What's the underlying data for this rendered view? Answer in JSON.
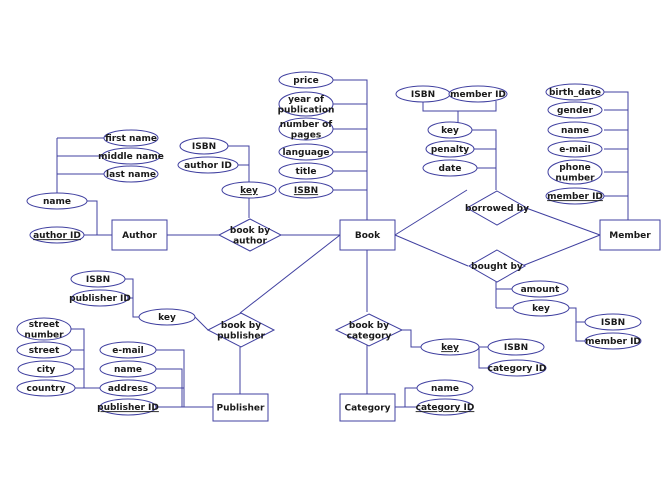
{
  "diagram": {
    "entities": {
      "book": "Book",
      "author": "Author",
      "member": "Member",
      "publisher": "Publisher",
      "category": "Category"
    },
    "relationships": {
      "book_by_author": [
        "book by",
        "author"
      ],
      "borrowed_by": [
        "borrowed by"
      ],
      "bought_by": [
        "bought by"
      ],
      "book_by_publisher": [
        "book by",
        "publisher"
      ],
      "book_by_category": [
        "book by",
        "category"
      ]
    },
    "attributes": {
      "book": [
        {
          "label": [
            "price"
          ]
        },
        {
          "label": [
            "year of",
            "publication"
          ]
        },
        {
          "label": [
            "number of",
            "pages"
          ]
        },
        {
          "label": [
            "language"
          ]
        },
        {
          "label": [
            "title"
          ]
        },
        {
          "label": [
            "ISBN"
          ],
          "key": true
        }
      ],
      "author": [
        {
          "label": [
            "first name"
          ]
        },
        {
          "label": [
            "middle name"
          ]
        },
        {
          "label": [
            "last name"
          ]
        },
        {
          "label": [
            "name"
          ]
        },
        {
          "label": [
            "author ID"
          ],
          "key": true
        }
      ],
      "book_by_author": [
        {
          "label": [
            "ISBN"
          ]
        },
        {
          "label": [
            "author ID"
          ]
        },
        {
          "label": [
            "key"
          ],
          "key": true
        }
      ],
      "borrowed_by": [
        {
          "label": [
            "ISBN"
          ]
        },
        {
          "label": [
            "member ID"
          ]
        },
        {
          "label": [
            "key"
          ]
        },
        {
          "label": [
            "penalty"
          ]
        },
        {
          "label": [
            "date"
          ]
        }
      ],
      "member": [
        {
          "label": [
            "birth_date"
          ]
        },
        {
          "label": [
            "gender"
          ]
        },
        {
          "label": [
            "name"
          ]
        },
        {
          "label": [
            "e-mail"
          ]
        },
        {
          "label": [
            "phone",
            "number"
          ]
        },
        {
          "label": [
            "member ID"
          ],
          "key": true
        }
      ],
      "bought_by": [
        {
          "label": [
            "amount"
          ]
        },
        {
          "label": [
            "key"
          ]
        },
        {
          "label": [
            "ISBN"
          ]
        },
        {
          "label": [
            "member ID"
          ]
        }
      ],
      "book_by_publisher": [
        {
          "label": [
            "ISBN"
          ]
        },
        {
          "label": [
            "publisher ID"
          ]
        },
        {
          "label": [
            "key"
          ]
        }
      ],
      "publisher": [
        {
          "label": [
            "street",
            "number"
          ]
        },
        {
          "label": [
            "street"
          ]
        },
        {
          "label": [
            "city"
          ]
        },
        {
          "label": [
            "country"
          ]
        },
        {
          "label": [
            "e-mail"
          ]
        },
        {
          "label": [
            "name"
          ]
        },
        {
          "label": [
            "address"
          ]
        },
        {
          "label": [
            "publisher ID"
          ],
          "key": true
        }
      ],
      "book_by_category": [
        {
          "label": [
            "key"
          ],
          "key": true
        },
        {
          "label": [
            "ISBN"
          ]
        },
        {
          "label": [
            "category ID"
          ]
        }
      ],
      "category": [
        {
          "label": [
            "name"
          ]
        },
        {
          "label": [
            "category ID"
          ],
          "key": true
        }
      ]
    }
  }
}
